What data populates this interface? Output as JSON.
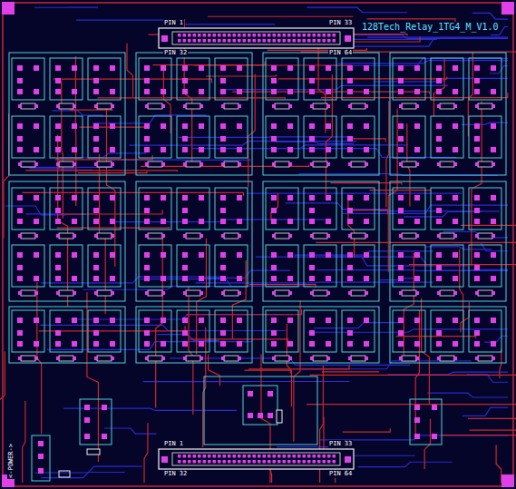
{
  "diagram": {
    "labels": [
      "PIN 1",
      "PIN 33",
      "PIN 32",
      "PIN 64",
      "128Tech_Relay_1TG4_M_V1.0",
      "PIN 1",
      "PIN 33",
      "PIN 32",
      "PIN 64",
      "<-POWER->"
    ]
  }
}
